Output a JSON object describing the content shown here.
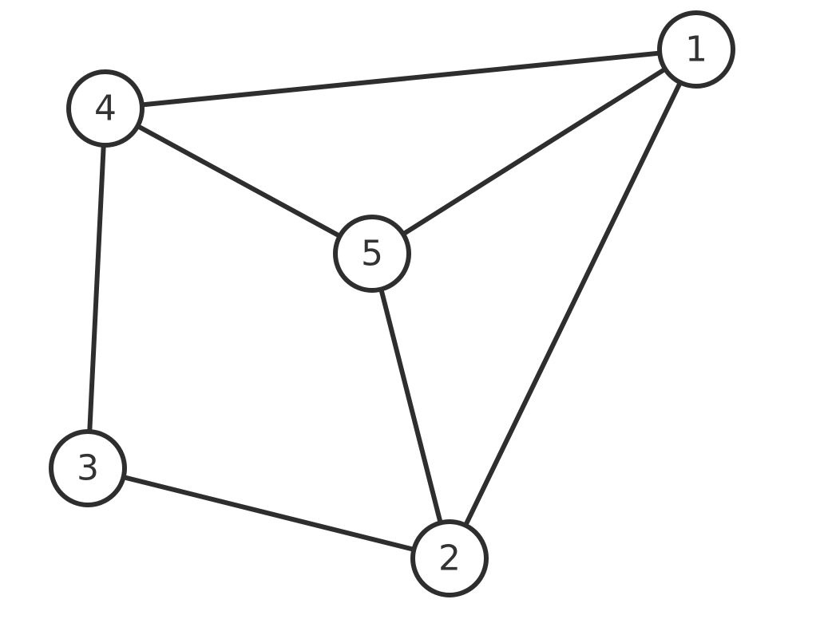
{
  "nodes": [
    {
      "id": "1",
      "label": "1"
    },
    {
      "id": "2",
      "label": "2"
    },
    {
      "id": "3",
      "label": "3"
    },
    {
      "id": "4",
      "label": "4"
    },
    {
      "id": "5",
      "label": "5"
    }
  ],
  "edges": [
    {
      "from": "4",
      "to": "1"
    },
    {
      "from": "5",
      "to": "1"
    },
    {
      "from": "2",
      "to": "1"
    },
    {
      "from": "4",
      "to": "5"
    },
    {
      "from": "4",
      "to": "3"
    },
    {
      "from": "5",
      "to": "2"
    },
    {
      "from": "3",
      "to": "2"
    }
  ]
}
